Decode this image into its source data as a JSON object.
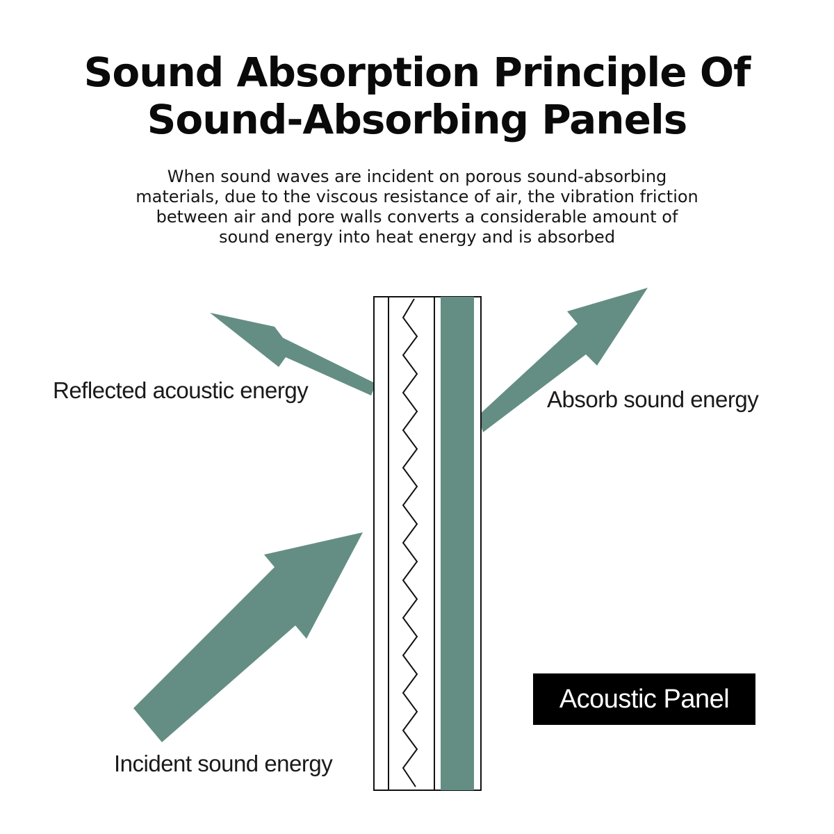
{
  "title": {
    "line1": "Sound Absorption Principle Of",
    "line2": "Sound-Absorbing Panels"
  },
  "description": {
    "lines": [
      "When sound waves are incident on porous sound-absorbing",
      "materials, due to the viscous resistance of air, the vibration friction",
      "between air and pore walls converts a considerable amount of",
      "sound energy into heat energy and is absorbed"
    ]
  },
  "labels": {
    "reflected": "Reflected acoustic energy",
    "absorbed": "Absorb sound energy",
    "incident": "Incident sound energy"
  },
  "badge": {
    "text": "Acoustic Panel"
  },
  "colors": {
    "arrow": "#648e84",
    "panel_fill": "#648e84",
    "outline": "#111111",
    "badge_bg": "#000000",
    "badge_text": "#ffffff"
  },
  "icons": [
    "reflected-arrow-icon",
    "absorbed-arrow-icon",
    "incident-arrow-icon",
    "zigzag-porous-layer-icon"
  ]
}
